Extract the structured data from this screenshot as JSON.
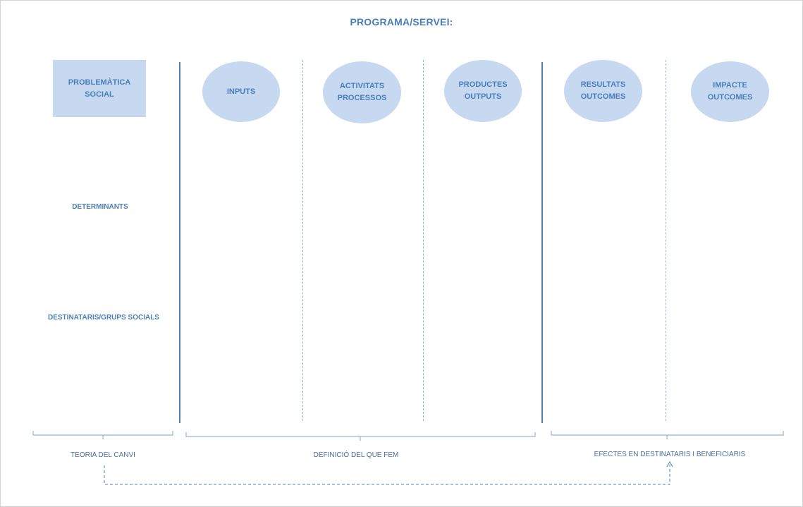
{
  "title": "PROGRAMA/SERVEI:",
  "problem_box": {
    "label": "PROBLEMÀTICA\nSOCIAL"
  },
  "columns": [
    {
      "label": "INPUTS"
    },
    {
      "label": "ACTIVITATS\nPROCESSOS"
    },
    {
      "label": "PRODUCTES\nOUTPUTS"
    },
    {
      "label": "RESULTATS\nOUTCOMES"
    },
    {
      "label": "IMPACTE\nOUTCOMES"
    }
  ],
  "left_labels": {
    "determinants": "DETERMINANTS",
    "destinataris": "DESTINATARIS/GRUPS SOCIALS"
  },
  "brackets": {
    "theory": "TEORIA DEL CANVI",
    "definition": "DEFINICIÓ DEL QUE FEM",
    "effects": "EFECTES EN DESTINATARIS I BENEFICIARIS"
  },
  "colors": {
    "shape_fill": "#c6d9f1",
    "text": "#4a7ebb",
    "solid_line": "#4f81bd",
    "dashed_line": "#95b3d7"
  }
}
